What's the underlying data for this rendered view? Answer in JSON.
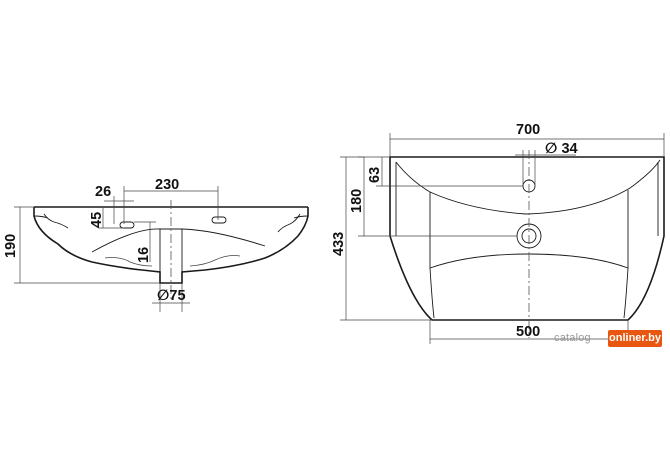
{
  "side_view": {
    "dim_width_26": "26",
    "dim_width_230": "230",
    "dim_depth_45": "45",
    "dim_depth_16": "16",
    "dim_height_190": "190",
    "dim_drain_diameter": "∅75"
  },
  "top_view": {
    "dim_width_700": "700",
    "dim_tap_hole_diameter": "∅ 34",
    "dim_offset_63": "63",
    "dim_offset_180": "180",
    "dim_depth_433": "433",
    "dim_width_500": "500"
  },
  "watermark": {
    "left_text": "catalog",
    "right_text": "onliner.by"
  }
}
